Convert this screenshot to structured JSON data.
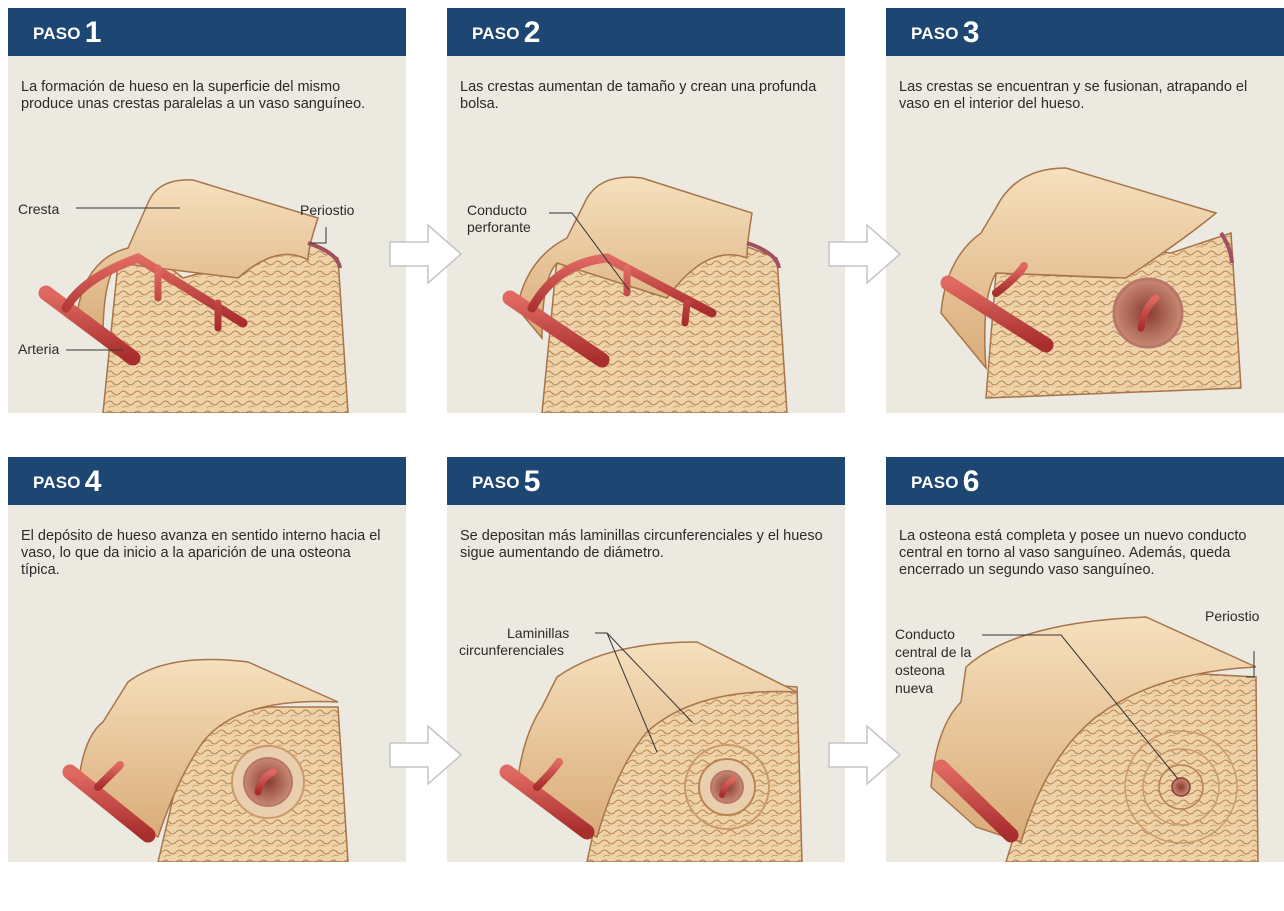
{
  "steps": [
    {
      "word": "PASO",
      "num": "1",
      "caption": "La formación de hueso en la superficie del mismo produce unas crestas paralelas a un vaso sanguíneo.",
      "labels": {
        "cresta": "Cresta",
        "periostio": "Periostio",
        "arteria": "Arteria"
      }
    },
    {
      "word": "PASO",
      "num": "2",
      "caption": "Las crestas aumentan de tamaño y crean una profunda bolsa.",
      "labels": {
        "conducto_1": "Conducto",
        "conducto_2": "perforante"
      }
    },
    {
      "word": "PASO",
      "num": "3",
      "caption": "Las crestas se encuentran y se fusionan, atrapando el vaso en el interior del hueso.",
      "labels": {}
    },
    {
      "word": "PASO",
      "num": "4",
      "caption": "El depósito de hueso avanza en sentido interno hacia el vaso, lo que da inicio a la aparición de una osteona típica.",
      "labels": {}
    },
    {
      "word": "PASO",
      "num": "5",
      "caption": "Se depositan más laminillas circunferenciales y el hueso sigue aumentando de diámetro.",
      "labels": {
        "laminillas_1": "Laminillas",
        "laminillas_2": "circunferenciales"
      }
    },
    {
      "word": "PASO",
      "num": "6",
      "caption": "La osteona está completa y posee un nuevo conducto central en torno al vaso sanguíneo. Además, queda encerrado un segundo vaso sanguíneo.",
      "labels": {
        "conducto_1": "Conducto",
        "conducto_2": "central de la",
        "conducto_3": "osteona",
        "conducto_4": "nueva",
        "periostio": "Periostio"
      }
    }
  ],
  "colors": {
    "header": "#1e4673",
    "panel": "#ece9e0",
    "bone": "#e8c49a",
    "vessel": "#c9403f",
    "arrow": "#ffffff"
  }
}
